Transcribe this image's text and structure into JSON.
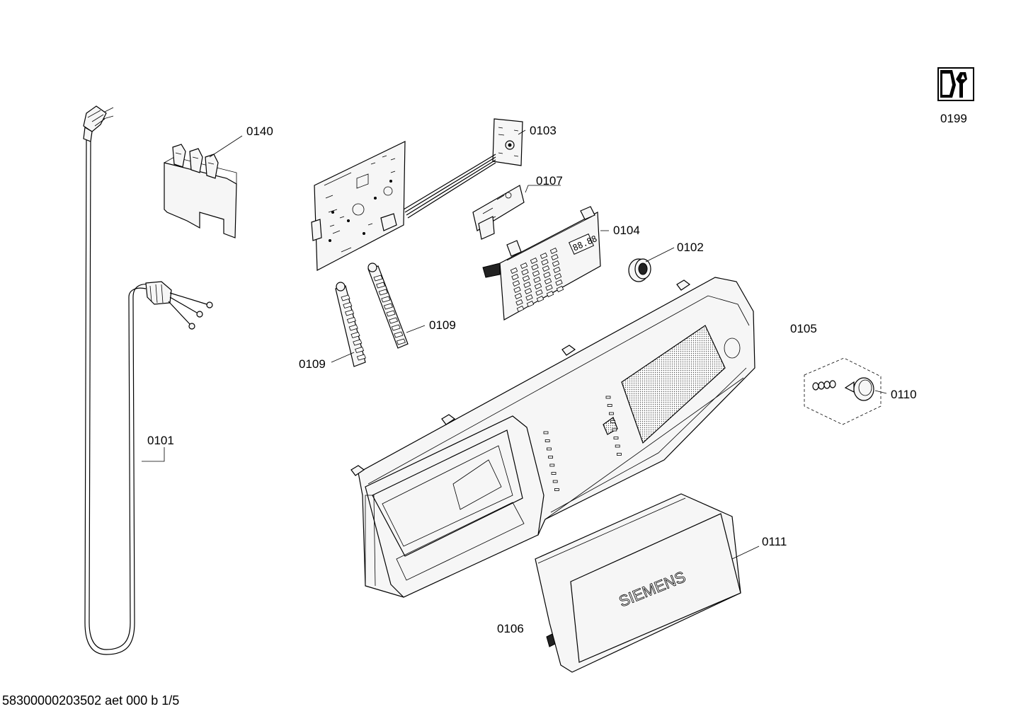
{
  "callouts": {
    "p0199": "0199",
    "p0103": "0103",
    "p0140": "0140",
    "p0107": "0107",
    "p0104": "0104",
    "p0102": "0102",
    "p0105": "0105",
    "p0109a": "0109",
    "p0109b": "0109",
    "p0110": "0110",
    "p0101": "0101",
    "p0111": "0111",
    "p0106": "0106"
  },
  "brand_text": "SIEMENS",
  "display_digits": "88.88",
  "footer": "58300000203502 aet 000 b 1/5"
}
